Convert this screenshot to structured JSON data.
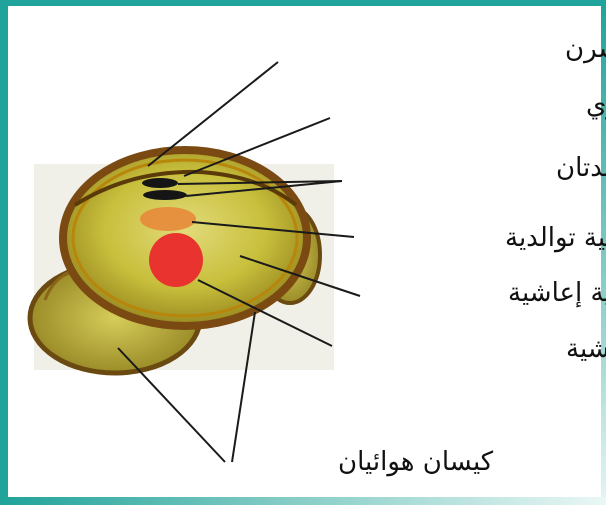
{
  "labels": {
    "outer_shell": "غلاف خارجي متقشرن",
    "inner_shell": "غلاف داخلي سيللوزي",
    "helper_cells": "خليتان مساعدتان",
    "generative_cell": "خلية توالدية",
    "vegetative_cell": "خلية إعاشية",
    "vegetative_nucleus": "نواة الخلية الإعاشية",
    "air_sacs": "كيسان هوائيان"
  },
  "colors": {
    "frame": "#1fa39a",
    "nucleus": "#e8332f",
    "generative": "#e78a3a",
    "cell_body": "#c9c23a",
    "shell": "#7a4a12"
  }
}
